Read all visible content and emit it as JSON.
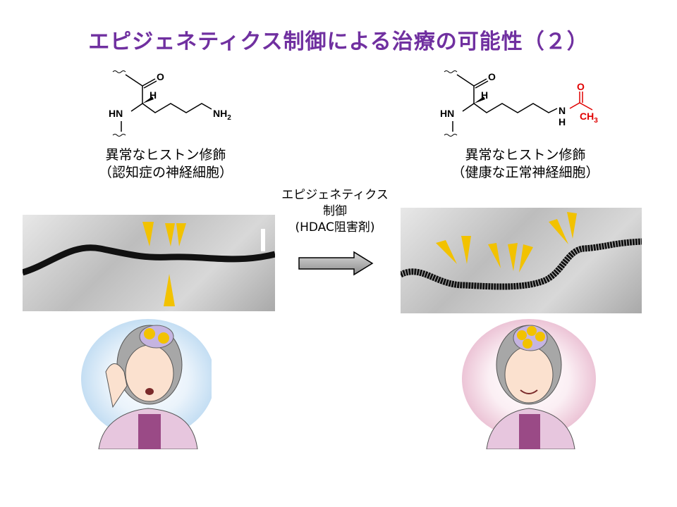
{
  "title": "エピジェネティクス制御による治療の可能性（２）",
  "left": {
    "caption_line1": "異常なヒストン修飾",
    "caption_line2": "（認知症の神経細胞）",
    "chem": {
      "o": "O",
      "h": "H",
      "hn": "HN",
      "nh2": "NH",
      "sub2": "2"
    }
  },
  "right": {
    "caption_line1": "異常なヒストン修飾",
    "caption_line2": "（健康な正常神経細胞）",
    "chem": {
      "o": "O",
      "h": "H",
      "hn": "HN",
      "n": "N",
      "nh": "H",
      "acetyl_o": "O",
      "ch3": "CH",
      "sub3": "3"
    }
  },
  "arrow": {
    "line1": "エピジェネティクス",
    "line2": "制御",
    "line3": "(HDAC阻害剤)"
  },
  "colors": {
    "title": "#7030a0",
    "acetyl": "#e00000",
    "arrow_marker": "#f2c200"
  }
}
